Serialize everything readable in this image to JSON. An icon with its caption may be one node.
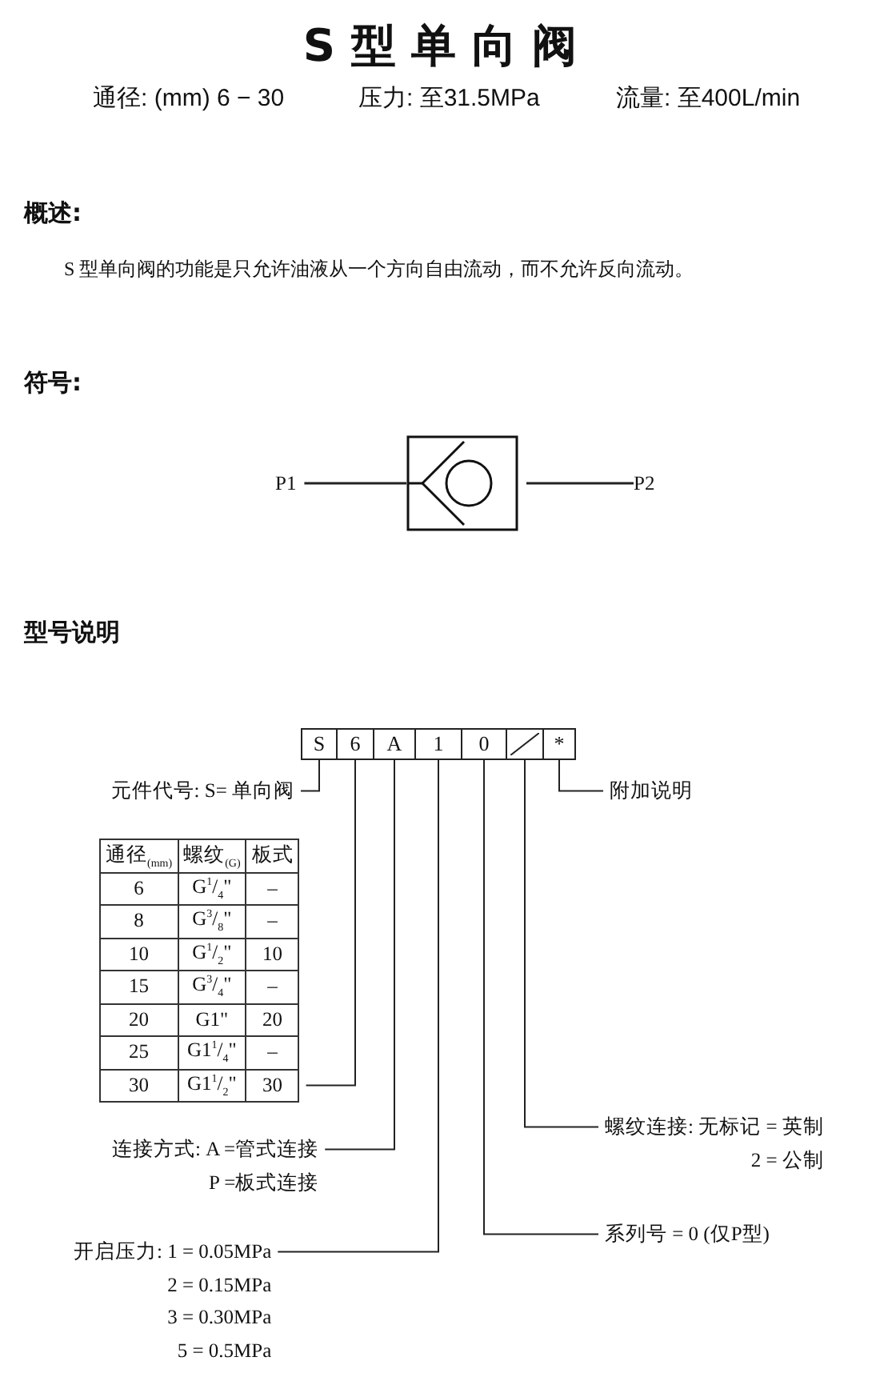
{
  "diagram": {
    "title": "S型单向阀",
    "nodes": [
      {
        "text": [
          "P1"
        ]
      },
      {
        "text": [],
        "shape": "box"
      },
      {
        "text": [
          "P2"
        ]
      },
      {
        "text": [
          "S"
        ]
      },
      {
        "text": [
          "6"
        ]
      },
      {
        "text": [
          "A"
        ]
      },
      {
        "text": [
          "1"
        ]
      },
      {
        "text": [
          "0"
        ]
      },
      {
        "text": [],
        "shape": "box"
      },
      {
        "text": [
          "*"
        ]
      },
      {
        "text": [
          "元件代号: S= 单向阀"
        ]
      },
      {
        "text": [
          "附加说明"
        ]
      },
      {
        "text": [
          "通径$_{(mm)}$",
          "螺纹$_{(G)}$",
          "板式",
          "6",
          "G$^{1}$/$_{4}$\"",
          "–",
          "8",
          "G$^{3}$/$_{8}$\"",
          "–",
          "10",
          "G$^{1}$/$_{2}$\"",
          "10",
          "15",
          "G$^{3}$/$_{4}$\"",
          "–",
          "20",
          "G1\"",
          "20",
          "25",
          "G1$^{1}$/$_{4}$\"",
          "–",
          "30",
          "G1$^{1}$/$_{2}$\"",
          "30"
        ]
      },
      {
        "text": [
          "螺纹连接: 无标记 = 英制",
          "2 = 公制"
        ]
      },
      {
        "text": [
          "连接方式: A =管式连接",
          "P =板式连接"
        ]
      },
      {
        "text": [
          "系列号 = 0 (仅P型)"
        ]
      },
      {
        "text": [
          "开启压力: 1 = 0.05MPa",
          "2 = 0.15MPa",
          "3 = 0.30MPa",
          "5 = 0.5MPa"
        ]
      }
    ],
    "edges": [
      {
        "from": 0,
        "to": 1,
        "arrow": "none"
      },
      {
        "from": 1,
        "to": 2,
        "arrow": "none"
      },
      {
        "from": 3,
        "to": 10,
        "arrow": "none"
      },
      {
        "from": 4,
        "to": 12,
        "arrow": "none"
      },
      {
        "from": 5,
        "to": 14,
        "arrow": "none"
      },
      {
        "from": 6,
        "to": 16,
        "arrow": "none"
      },
      {
        "from": 7,
        "to": 15,
        "arrow": "none"
      },
      {
        "from": 8,
        "to": 13,
        "arrow": "none"
      },
      {
        "from": 9,
        "to": 11,
        "arrow": "none"
      }
    ],
    "labels": [
      "通径: (mm) 6 − 30",
      "压力: 至31.5MPa",
      "流量: 至400L/min",
      "概述:",
      "S 型单向阀的功能是只允许油液从一个方向自由流动，而不允许反向流动。",
      "符号:",
      "型号说明"
    ]
  }
}
